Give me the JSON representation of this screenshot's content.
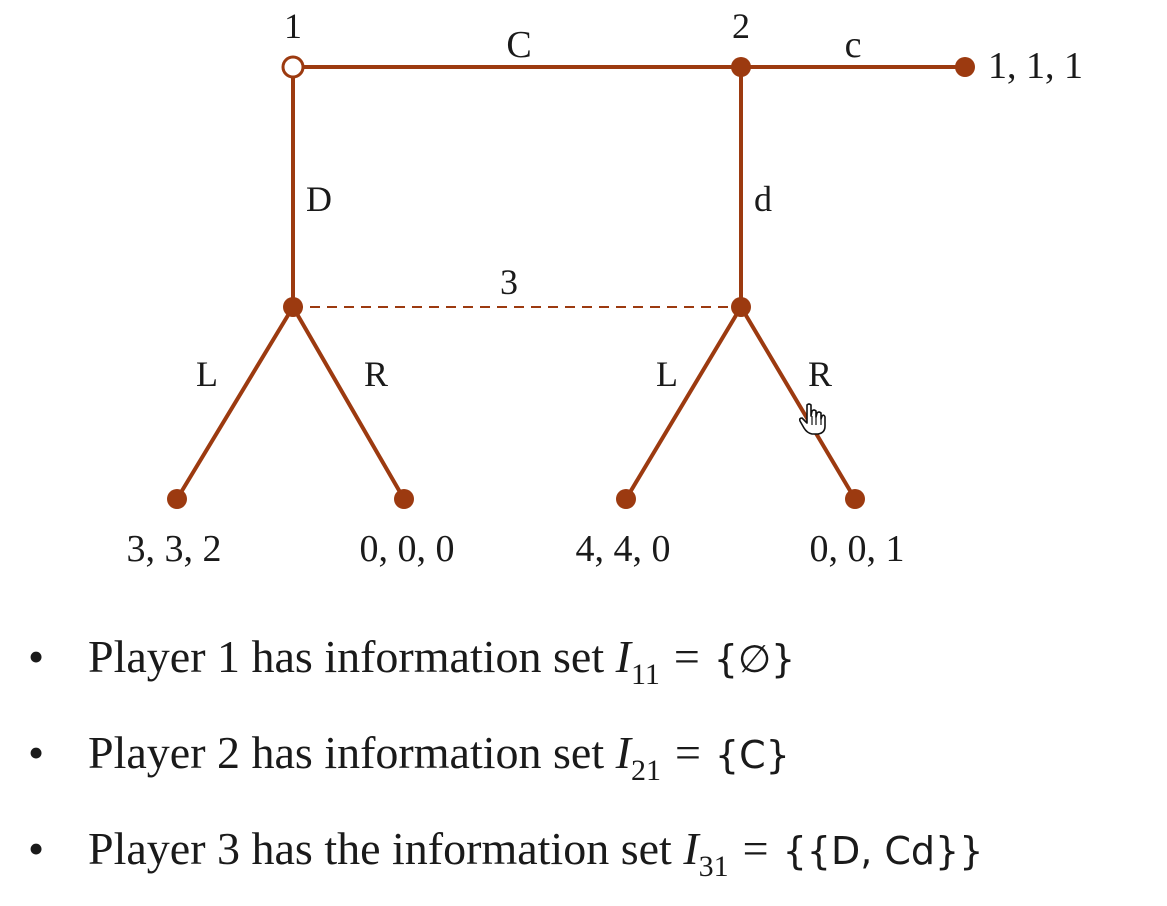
{
  "tree": {
    "players": {
      "p1": "1",
      "p2": "2",
      "p3": "3"
    },
    "actions": {
      "C": "C",
      "D": "D",
      "c": "c",
      "d": "d",
      "L1": "L",
      "R1": "R",
      "L2": "L",
      "R2": "R"
    },
    "payoffs": {
      "cc": "1, 1, 1",
      "DL": "3, 3, 2",
      "DR": "0, 0, 0",
      "CdL": "4, 4, 0",
      "CdR": "0, 0, 1"
    }
  },
  "colors": {
    "edge": "#9c3a10",
    "text": "#1a1a1a"
  },
  "bullets": [
    {
      "dot": "•",
      "text": "Player 1 has information set ",
      "I": "I",
      "sub": "11",
      "eq": "=",
      "set": "{∅}"
    },
    {
      "dot": "•",
      "text": "Player 2 has information set ",
      "I": "I",
      "sub": "21",
      "eq": "=",
      "set": "{C}"
    },
    {
      "dot": "•",
      "text": "Player 3 has the information set ",
      "I": "I",
      "sub": "31",
      "eq": "=",
      "set": "{{D, Cd}}"
    }
  ],
  "icons": {
    "cursor": "hand-pointer-icon"
  }
}
